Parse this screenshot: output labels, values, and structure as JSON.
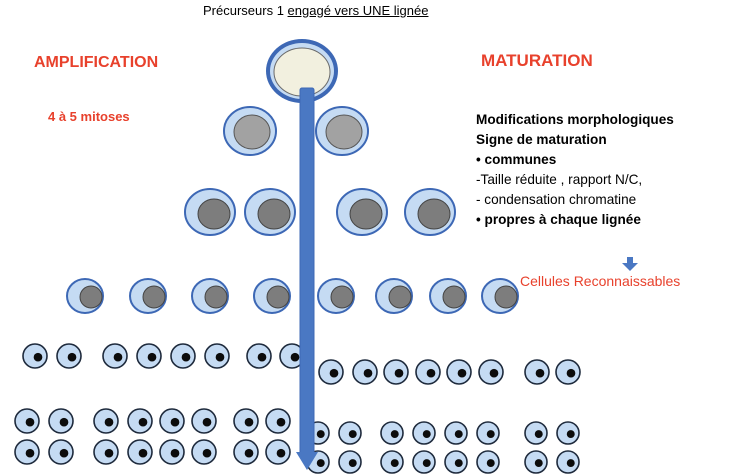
{
  "header": {
    "title_prefix": "Précurseurs 1 ",
    "title_underlined": "engagé vers UNE lignée"
  },
  "left": {
    "heading": "AMPLIFICATION",
    "mitoses": "4 à 5 mitoses"
  },
  "right": {
    "heading": "MATURATION",
    "lines": [
      "Modifications morphologiques",
      "Signe de maturation",
      "• communes",
      "-Taille réduite , rapport N/C,",
      "- condensation chromatine",
      "• propres à chaque lignée"
    ],
    "result": "Cellules Reconnaissables"
  },
  "colors": {
    "accent_red": "#e8412c",
    "cell_fill": "#c5dbf3",
    "cell_stroke": "#3d68b5",
    "nucleus_light": "#f2f0df",
    "nucleus_mid": "#a2a2a2",
    "nucleus_dark": "#7d7d7d",
    "arrow": "#4a78c3"
  }
}
